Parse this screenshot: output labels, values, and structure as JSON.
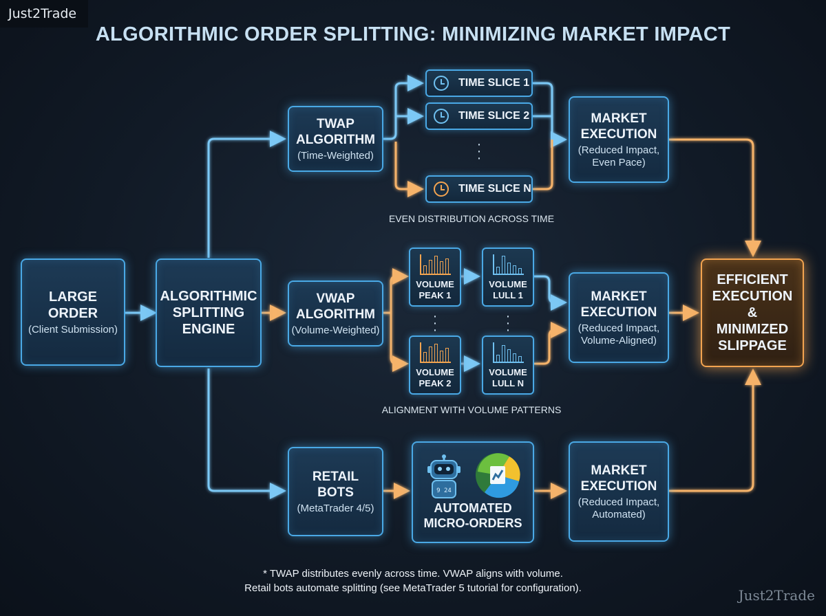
{
  "brand": "Just2Trade",
  "title": "ALGORITHMIC ORDER SPLITTING: MINIMIZING MARKET IMPACT",
  "large_order": {
    "title": [
      "LARGE",
      "ORDER"
    ],
    "sub": "(Client Submission)"
  },
  "engine": {
    "title": [
      "ALGORITHMIC",
      "SPLITTING",
      "ENGINE"
    ]
  },
  "twap": {
    "title": [
      "TWAP",
      "ALGORITHM"
    ],
    "sub": "(Time-Weighted)",
    "slices": [
      "TIME SLICE 1",
      "TIME SLICE 2",
      "TIME SLICE N"
    ],
    "caption": "EVEN DISTRIBUTION ACROSS TIME",
    "execution": {
      "title": [
        "MARKET",
        "EXECUTION"
      ],
      "sub": [
        "(Reduced Impact,",
        "Even Pace)"
      ]
    }
  },
  "vwap": {
    "title": [
      "VWAP",
      "ALGORITHM"
    ],
    "sub": "(Volume-Weighted)",
    "peak1": [
      "VOLUME",
      "PEAK 1"
    ],
    "lull1": [
      "VOLUME",
      "LULL 1"
    ],
    "peak2": [
      "VOLUME",
      "PEAK 2"
    ],
    "lulln": [
      "VOLUME",
      "LULL N"
    ],
    "caption": "ALIGNMENT WITH VOLUME PATTERNS",
    "execution": {
      "title": [
        "MARKET",
        "EXECUTION"
      ],
      "sub": [
        "(Reduced Impact,",
        "Volume-Aligned)"
      ]
    }
  },
  "retail": {
    "title": [
      "RETAIL",
      "BOTS"
    ],
    "sub": "(MetaTrader 4/5)",
    "micro": [
      "AUTOMATED",
      "MICRO-ORDERS"
    ],
    "robot_screen": "9 24",
    "execution": {
      "title": [
        "MARKET",
        "EXECUTION"
      ],
      "sub": [
        "(Reduced Impact,",
        "Automated)"
      ]
    }
  },
  "final": {
    "title": [
      "EFFICIENT",
      "EXECUTION",
      "&",
      "MINIMIZED",
      "SLIPPAGE"
    ]
  },
  "footnote": [
    "* TWAP distributes evenly across time. VWAP aligns with volume.",
    "Retail bots automate splitting (see MetaTrader 5 tutorial for configuration)."
  ],
  "colors": {
    "blue": "#4aa9e6",
    "orange": "#f3a450",
    "background": "#111a26"
  },
  "icons": [
    "clock-icon",
    "bar-chart-icon",
    "robot-icon",
    "metatrader-logo-icon"
  ]
}
